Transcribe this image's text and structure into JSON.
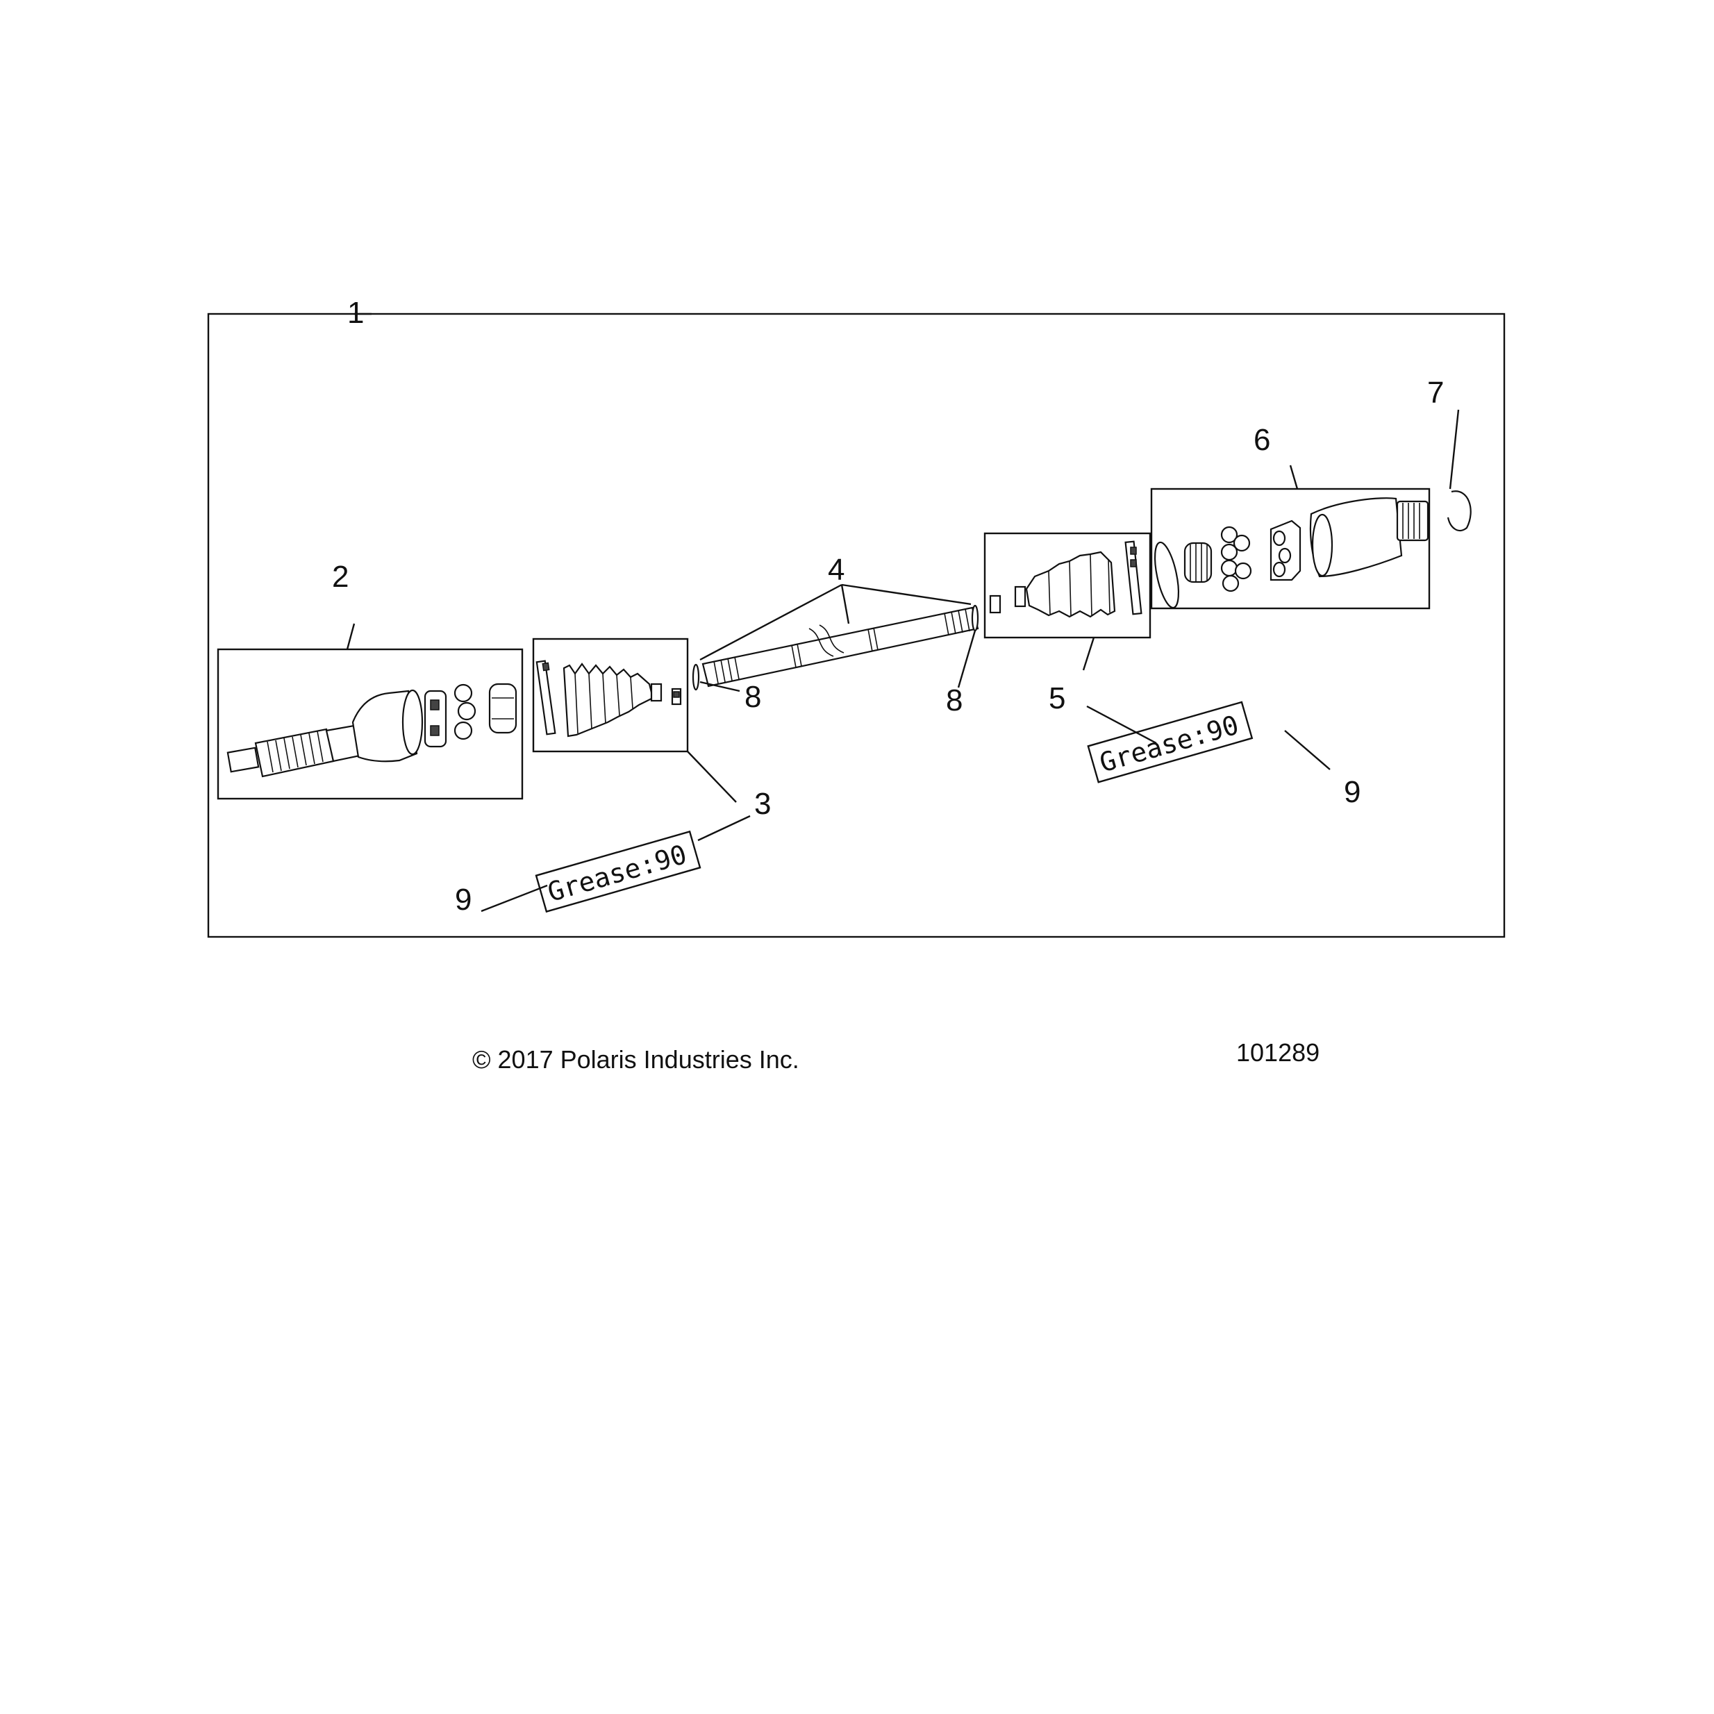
{
  "diagram": {
    "callouts": [
      "1",
      "2",
      "3",
      "4",
      "5",
      "6",
      "7",
      "8",
      "8",
      "9",
      "9"
    ],
    "grease_labels": [
      "Grease:90",
      "Grease:90"
    ],
    "copyright": "© 2017 Polaris Industries Inc.",
    "figure_number": "101289"
  }
}
